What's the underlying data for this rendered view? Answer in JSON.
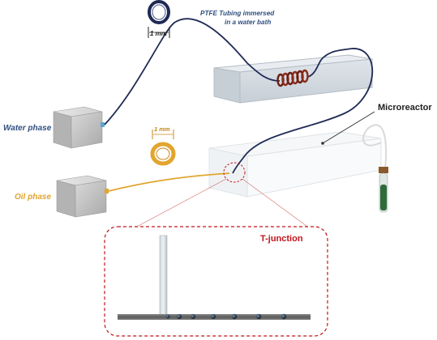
{
  "labels": {
    "ptfe_line1": "PTFE Tubing immersed",
    "ptfe_line2": "in a water bath",
    "scale_top": "1 mm",
    "scale_mid": "1 mm",
    "water_phase": "Water phase",
    "oil_phase": "Oil phase",
    "microreactor": "Microreactor",
    "t_junction": "T-junction"
  },
  "colors": {
    "water": "#2f4f80",
    "oil": "#e2a52e",
    "t_junction": "#c0141c",
    "tube_navy": "#1f2a55",
    "box_gray": "#bfbfbf"
  },
  "icons": {
    "tube_cross_section_navy": "navy-ring-icon",
    "tube_cross_section_orange": "orange-ring-icon",
    "collection_vial": "vial-icon"
  }
}
